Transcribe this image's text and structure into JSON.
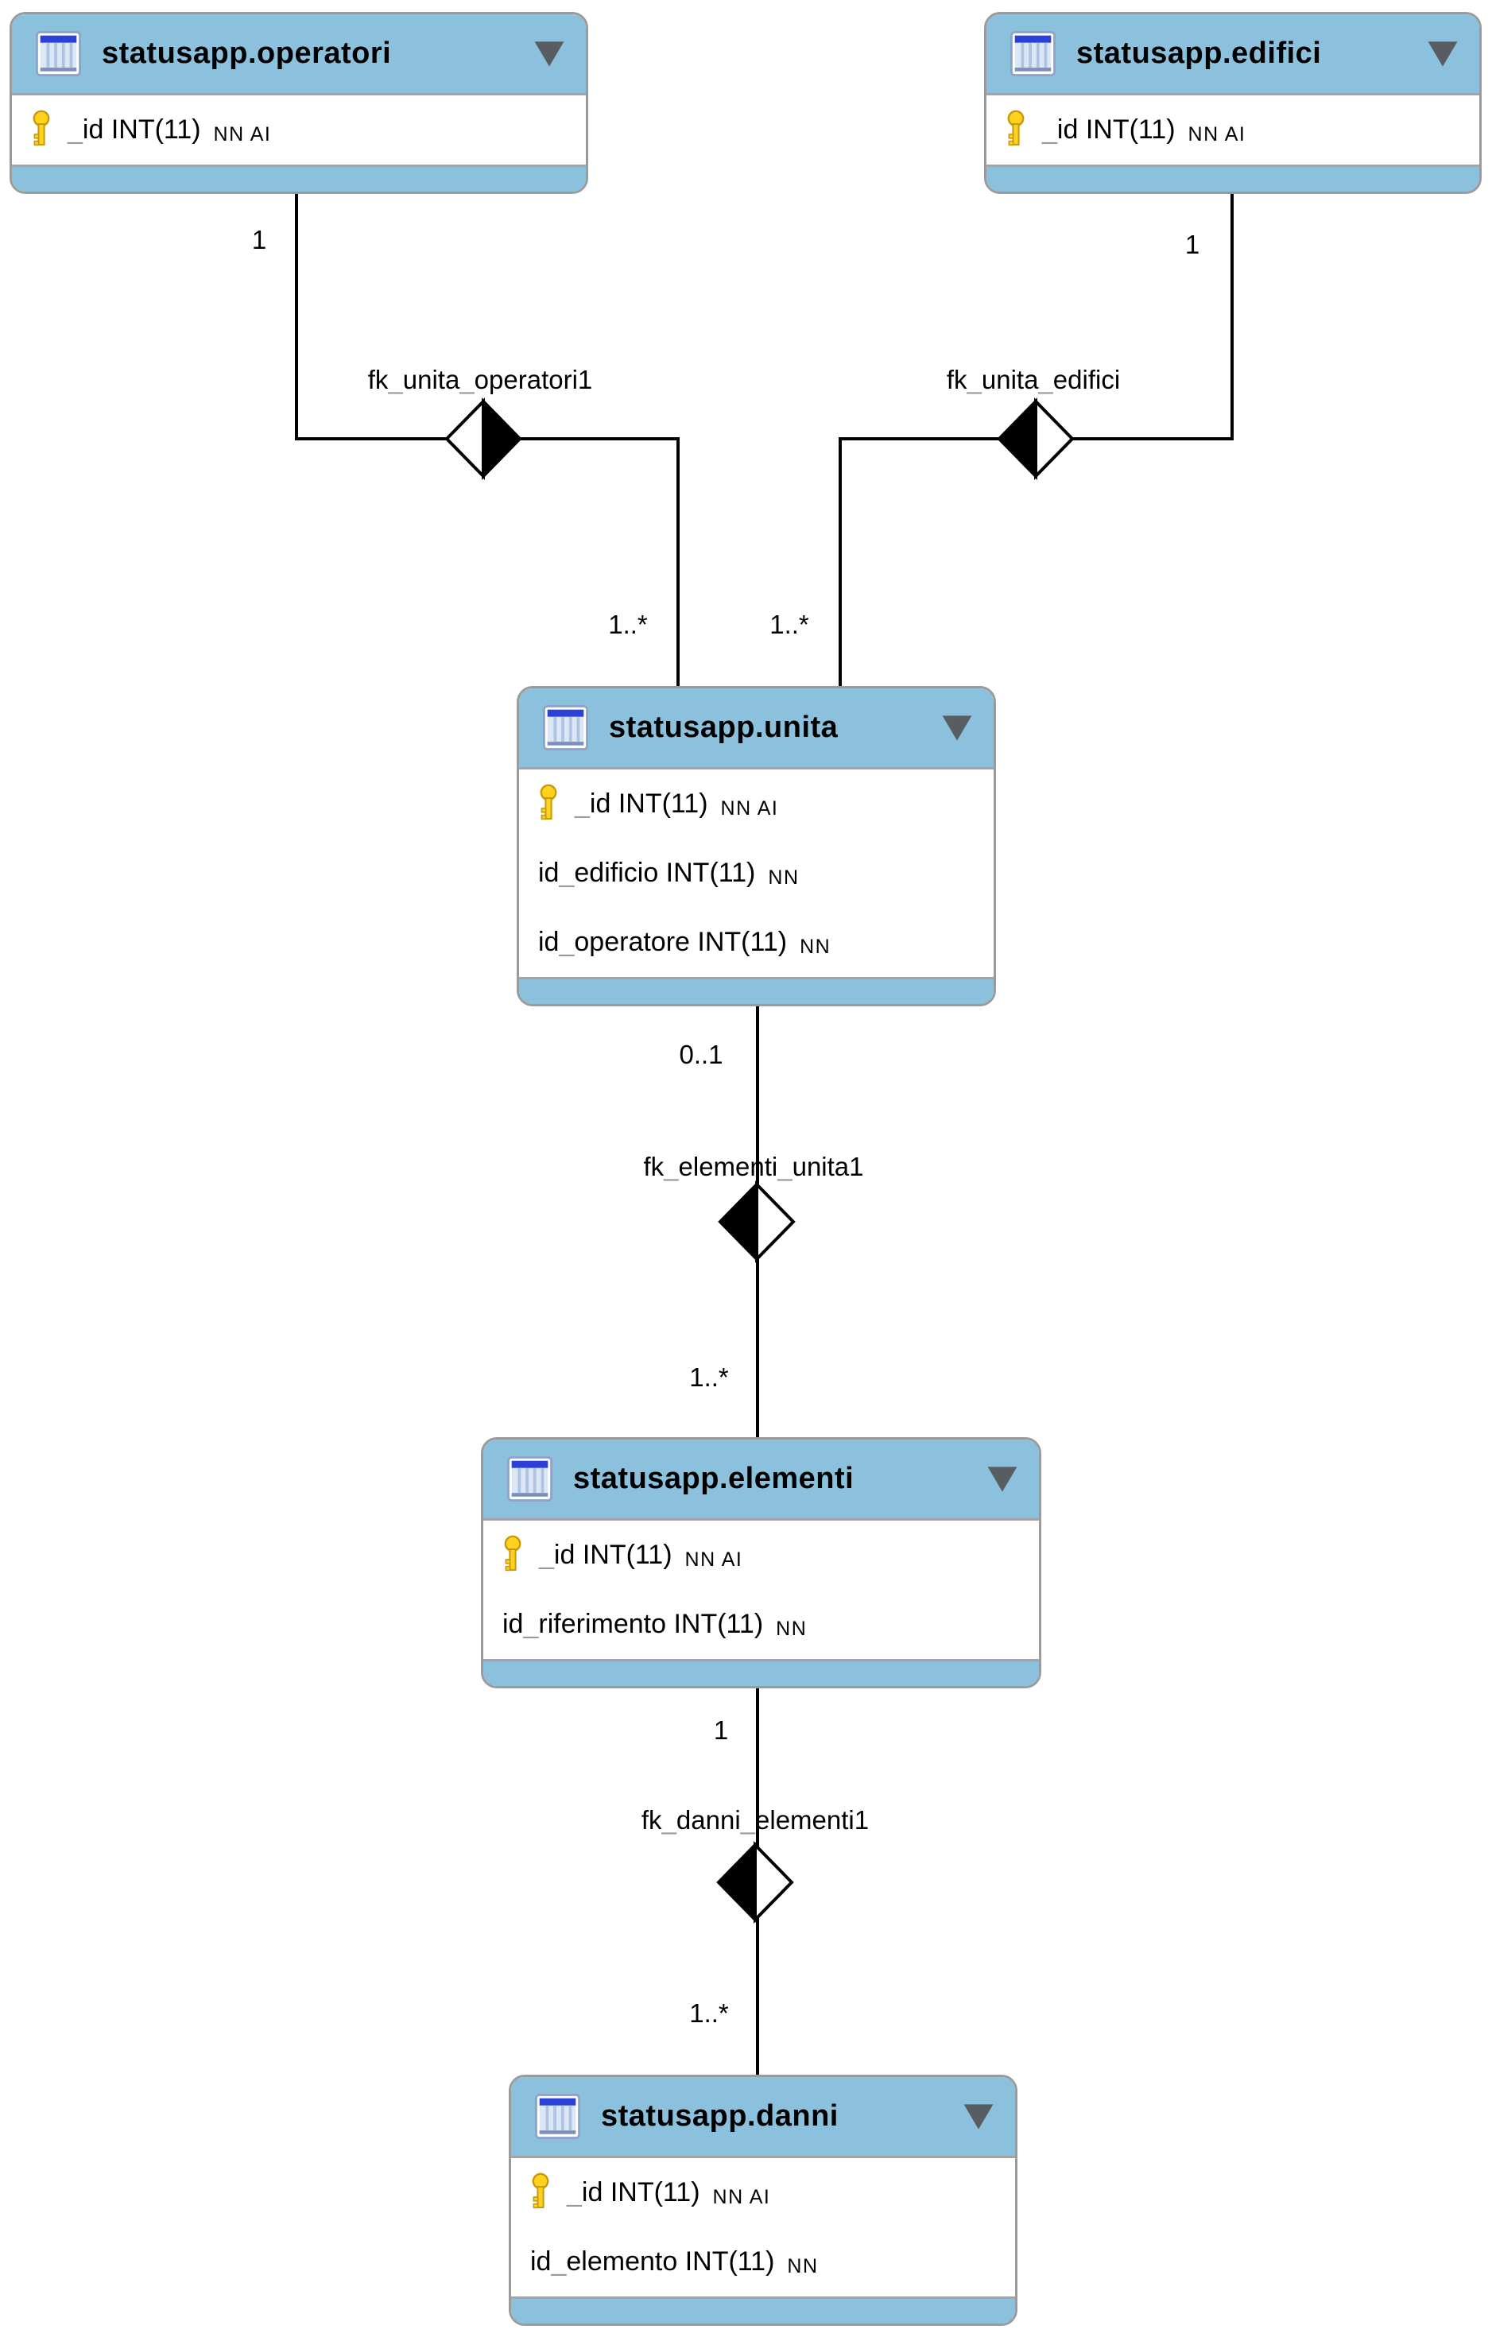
{
  "diagram": {
    "tool_style": "MySQL Workbench EER diagram",
    "colors": {
      "table_header_blue": "#8cc1dd",
      "table_border_gray": "#9b9b9b",
      "row_background": "#ffffff",
      "connector_black": "#000000",
      "key_icon_yellow": "#ffd21e",
      "table_icon_titlebar_blue": "#2b41d6",
      "collapse_arrow_gray": "#585d61"
    },
    "tables": [
      {
        "title": "statusapp.operatori",
        "columns": [
          {
            "text": "_id INT(11)",
            "flags": "NN AI",
            "pk": true
          }
        ]
      },
      {
        "title": "statusapp.edifici",
        "columns": [
          {
            "text": "_id INT(11)",
            "flags": "NN AI",
            "pk": true
          }
        ]
      },
      {
        "title": "statusapp.unita",
        "columns": [
          {
            "text": "_id INT(11)",
            "flags": "NN AI",
            "pk": true
          },
          {
            "text": "id_edificio INT(11)",
            "flags": "NN",
            "pk": false
          },
          {
            "text": "id_operatore INT(11)",
            "flags": "NN",
            "pk": false
          }
        ]
      },
      {
        "title": "statusapp.elementi",
        "columns": [
          {
            "text": "_id INT(11)",
            "flags": "NN AI",
            "pk": true
          },
          {
            "text": "id_riferimento INT(11)",
            "flags": "NN",
            "pk": false
          }
        ]
      },
      {
        "title": "statusapp.danni",
        "columns": [
          {
            "text": "_id INT(11)",
            "flags": "NN AI",
            "pk": true
          },
          {
            "text": "id_elemento INT(11)",
            "flags": "NN",
            "pk": false
          }
        ]
      }
    ],
    "relationships": [
      {
        "name": "fk_unita_operatori1",
        "from_table": "statusapp.operatori",
        "to_table": "statusapp.unita",
        "from_card": "1",
        "to_card": "1..*"
      },
      {
        "name": "fk_unita_edifici",
        "from_table": "statusapp.edifici",
        "to_table": "statusapp.unita",
        "from_card": "1",
        "to_card": "1..*"
      },
      {
        "name": "fk_elementi_unita1",
        "from_table": "statusapp.unita",
        "to_table": "statusapp.elementi",
        "from_card": "0..1",
        "to_card": "1..*"
      },
      {
        "name": "fk_danni_elementi1",
        "from_table": "statusapp.elementi",
        "to_table": "statusapp.danni",
        "from_card": "1",
        "to_card": "1..*"
      }
    ]
  }
}
